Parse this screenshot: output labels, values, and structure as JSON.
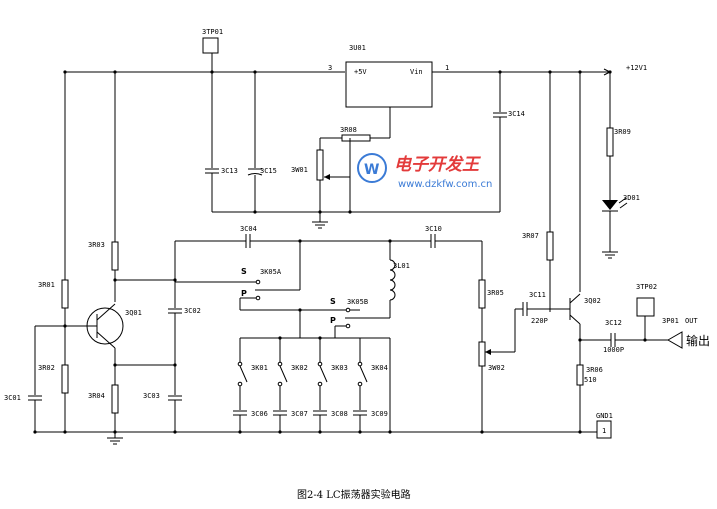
{
  "labels": {
    "tp01": "3TP01",
    "u01": "3U01",
    "u01_in": "+5V",
    "u01_vin": "Vin",
    "pin3": "3",
    "pin1": "1",
    "v12": "+12V1",
    "r08": "3R08",
    "c14": "3C14",
    "r09": "3R09",
    "c13": "3C13",
    "c15": "3C15",
    "w01": "3W01",
    "d01": "3D01",
    "c04": "3C04",
    "c10": "3C10",
    "r03": "3R03",
    "k05a": "3K05A",
    "s1": "S",
    "p1": "P",
    "l01": "3L01",
    "r07": "3R07",
    "r01": "3R01",
    "q01": "3Q01",
    "c02": "3C02",
    "s2": "S",
    "k05b": "3K05B",
    "p2": "P",
    "r05": "3R05",
    "c11": "3C11",
    "c11v": "220P",
    "q02": "3Q02",
    "tp02": "3TP02",
    "c12": "3C12",
    "c12v": "1000P",
    "p01": "3P01",
    "out": "OUT",
    "out_cn": "输出",
    "k01": "3K01",
    "k02": "3K02",
    "k03": "3K03",
    "k04": "3K04",
    "r02": "3R02",
    "r04": "3R04",
    "c03": "3C03",
    "w02": "3W02",
    "r06": "3R06",
    "r06v": "510",
    "c01": "3C01",
    "c06": "3C06",
    "c07": "3C07",
    "c08": "3C08",
    "c09": "3C09",
    "gnd1": "GND1",
    "gnd1_pin": "1"
  },
  "watermark": {
    "title": "电子开发王",
    "url": "www.dzkfw.com.cn"
  },
  "caption": "图2-4   LC振荡器实验电路"
}
